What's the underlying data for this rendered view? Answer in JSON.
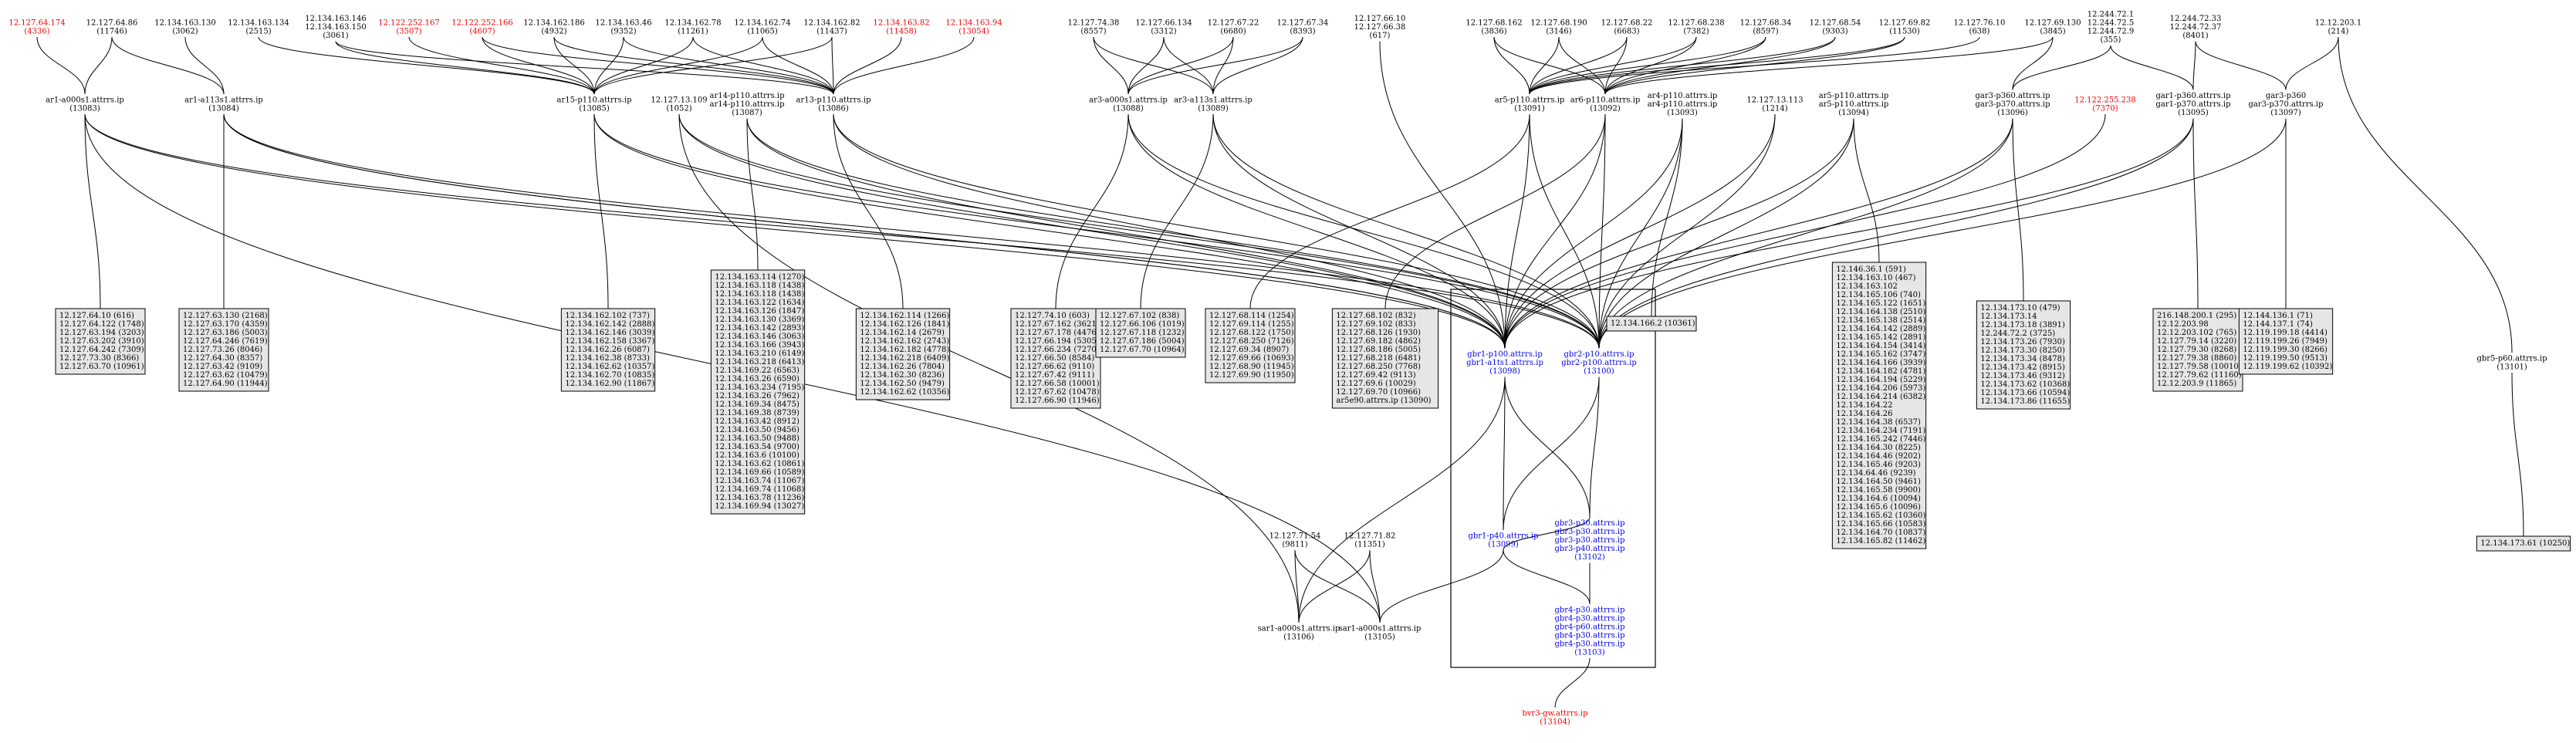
{
  "colors": {
    "normal": "#000000",
    "red": "#ee0000",
    "blue": "#0000ee",
    "box_fill": "#e6e6e6"
  },
  "nodes": [
    {
      "id": "t1",
      "lines": [
        "12.127.64.174",
        "(4336)"
      ],
      "color": "red"
    },
    {
      "id": "t2",
      "lines": [
        "12.127.64.86",
        "(11746)"
      ]
    },
    {
      "id": "t3",
      "lines": [
        "12.134.163.130",
        "(3062)"
      ]
    },
    {
      "id": "t4",
      "lines": [
        "12.134.163.134",
        "(2515)"
      ]
    },
    {
      "id": "t5",
      "lines": [
        "12.134.163.146",
        "12.134.163.150",
        "(3061)"
      ]
    },
    {
      "id": "t6",
      "lines": [
        "12.122.252.167",
        "(3507)"
      ],
      "color": "red"
    },
    {
      "id": "t7",
      "lines": [
        "12.122.252.166",
        "(4607)"
      ],
      "color": "red"
    },
    {
      "id": "t8",
      "lines": [
        "12.134.162.186",
        "(4932)"
      ]
    },
    {
      "id": "t9",
      "lines": [
        "12.134.163.46",
        "(9352)"
      ]
    },
    {
      "id": "t10",
      "lines": [
        "12.134.162.78",
        "(11261)"
      ]
    },
    {
      "id": "t11",
      "lines": [
        "12.134.162.74",
        "(11065)"
      ]
    },
    {
      "id": "t12",
      "lines": [
        "12.134.162.82",
        "(11437)"
      ]
    },
    {
      "id": "t13",
      "lines": [
        "12.134.163.82",
        "(11458)"
      ],
      "color": "red"
    },
    {
      "id": "t14",
      "lines": [
        "12.134.163.94",
        "(13054)"
      ],
      "color": "red"
    },
    {
      "id": "t15",
      "lines": [
        "12.127.74.38",
        "(8557)"
      ]
    },
    {
      "id": "t16",
      "lines": [
        "12.127.66.134",
        "(3312)"
      ]
    },
    {
      "id": "t17",
      "lines": [
        "12.127.67.22",
        "(6680)"
      ]
    },
    {
      "id": "t18",
      "lines": [
        "12.127.67.34",
        "(8393)"
      ]
    },
    {
      "id": "t19",
      "lines": [
        "12.127.66.10",
        "12.127.66.38",
        "(617)"
      ]
    },
    {
      "id": "t20",
      "lines": [
        "12.127.68.162",
        "(3836)"
      ]
    },
    {
      "id": "t21",
      "lines": [
        "12.127.68.190",
        "(3146)"
      ]
    },
    {
      "id": "t22",
      "lines": [
        "12.127.68.22",
        "(6683)"
      ]
    },
    {
      "id": "t23",
      "lines": [
        "12.127.68.238",
        "(7382)"
      ]
    },
    {
      "id": "t24",
      "lines": [
        "12.127.68.34",
        "(8597)"
      ]
    },
    {
      "id": "t25",
      "lines": [
        "12.127.68.54",
        "(9303)"
      ]
    },
    {
      "id": "t26",
      "lines": [
        "12.127.69.82",
        "(11530)"
      ]
    },
    {
      "id": "t27",
      "lines": [
        "12.127.76.10",
        "(638)"
      ]
    },
    {
      "id": "t28",
      "lines": [
        "12.127.69.130",
        "(3845)"
      ]
    },
    {
      "id": "t29",
      "lines": [
        "12.244.72.1",
        "12.244.72.5",
        "12.244.72.9",
        "(355)"
      ]
    },
    {
      "id": "t30",
      "lines": [
        "12.244.72.33",
        "12.244.72.37",
        "(8401)"
      ]
    },
    {
      "id": "t31",
      "lines": [
        "12.12.203.1",
        "(214)"
      ]
    },
    {
      "id": "r1",
      "lines": [
        "ar1-a000s1.attrrs.ip",
        "(13083)"
      ]
    },
    {
      "id": "r2",
      "lines": [
        "ar1-a113s1.attrrs.ip",
        "(13084)"
      ]
    },
    {
      "id": "r3",
      "lines": [
        "ar15-p110.attrrs.ip",
        "(13085)"
      ]
    },
    {
      "id": "r4",
      "lines": [
        "12.127.13.109",
        "(1052)"
      ]
    },
    {
      "id": "r5",
      "lines": [
        "ar14-p110.attrrs.ip",
        "ar14-p110.attrrs.ip",
        "(13087)"
      ]
    },
    {
      "id": "r6",
      "lines": [
        "ar13-p110.attrrs.ip",
        "(13086)"
      ]
    },
    {
      "id": "r7",
      "lines": [
        "ar3-a000s1.attrrs.ip",
        "(13088)"
      ]
    },
    {
      "id": "r8",
      "lines": [
        "ar3-a113s1.attrrs.ip",
        "(13089)"
      ]
    },
    {
      "id": "r9",
      "lines": [
        "ar5-p110.attrrs.ip",
        "(13091)"
      ]
    },
    {
      "id": "r10",
      "lines": [
        "ar6-p110.attrrs.ip",
        "(13092)"
      ]
    },
    {
      "id": "r11",
      "lines": [
        "ar4-p110.attrrs.ip",
        "ar4-p110.attrrs.ip",
        "(13093)"
      ]
    },
    {
      "id": "r12",
      "lines": [
        "12.127.13.113",
        "(1214)"
      ]
    },
    {
      "id": "r13",
      "lines": [
        "ar5-p110.attrrs.ip",
        "ar5-p110.attrrs.ip",
        "(13094)"
      ]
    },
    {
      "id": "r14",
      "lines": [
        "gar3-p360.attrrs.ip",
        "gar3-p370.attrrs.ip",
        "(13096)"
      ]
    },
    {
      "id": "r15",
      "lines": [
        "12.122.255.238",
        "(7370)"
      ],
      "color": "red"
    },
    {
      "id": "r16",
      "lines": [
        "gar1-p360.attrrs.ip",
        "gar1-p370.attrrs.ip",
        "(13095)"
      ]
    },
    {
      "id": "r17",
      "lines": [
        "gar3-p360",
        "gar3-p370.attrrs.ip",
        "(13097)"
      ]
    },
    {
      "id": "c1",
      "lines": [
        "gbr1-p100.attrrs.ip",
        "gbr1-a1ts1.attrrs.ip",
        "(13098)"
      ],
      "color": "blue"
    },
    {
      "id": "c2",
      "lines": [
        "gbr2-p10.attrrs.ip",
        "gbr2-p100.attrrs.ip",
        "(13100)"
      ],
      "color": "blue"
    },
    {
      "id": "g1",
      "lines": [
        "gbr5-p60.attrrs.ip",
        "(13101)"
      ]
    },
    {
      "id": "c3",
      "lines": [
        "gbr1-p40.attrrs.ip",
        "(13099)"
      ],
      "color": "blue"
    },
    {
      "id": "c4",
      "lines": [
        "gbr3-p30.attrrs.ip",
        "gbr3-p30.attrrs.ip",
        "gbr3-p30.attrrs.ip",
        "gbr3-p40.attrrs.ip",
        "(13102)"
      ],
      "color": "blue"
    },
    {
      "id": "c5",
      "lines": [
        "gbr4-p30.attrrs.ip",
        "gbr4-p30.attrrs.ip",
        "gbr4-p60.attrrs.ip",
        "gbr4-p30.attrrs.ip",
        "gbr4-p30.attrrs.ip",
        "(13103)"
      ],
      "color": "blue"
    },
    {
      "id": "b1",
      "lines": [
        "12.127.71.54",
        "(9811)"
      ]
    },
    {
      "id": "b2",
      "lines": [
        "12.127.71.82",
        "(11351)"
      ]
    },
    {
      "id": "s1",
      "lines": [
        "sar1-a000s1.attrrs.ip",
        "(13106)"
      ]
    },
    {
      "id": "s2",
      "lines": [
        "sar1-a000s1.attrrs.ip",
        "(13105)"
      ]
    },
    {
      "id": "bot",
      "lines": [
        "bvr3-gw.attrrs.ip",
        "(13104)"
      ],
      "color": "red"
    }
  ],
  "boxes": [
    {
      "id": "B1",
      "lines": [
        "12.127.64.10 (616)",
        "12.127.64.122 (1748)",
        "12.127.63.194 (3203)",
        "12.127.63.202 (3910)",
        "12.127.64.242 (7309)",
        "12.127.73.30 (8366)",
        "12.127.63.70 (10961)"
      ]
    },
    {
      "id": "B2",
      "lines": [
        "12.127.63.130 (2168)",
        "12.127.63.170 (4359)",
        "12.127.63.186 (5003)",
        "12.127.64.246 (7619)",
        "12.127.73.26 (8046)",
        "12.127.64.30 (8357)",
        "12.127.63.42 (9109)",
        "12.127.63.62 (10479)",
        "12.127.64.90 (11944)"
      ]
    },
    {
      "id": "B3",
      "lines": [
        "12.134.162.102 (737)",
        "12.134.162.142 (2888)",
        "12.134.162.146 (3039)",
        "12.134.162.158 (3367)",
        "12.134.162.26 (6087)",
        "12.134.162.38 (8733)",
        "12.134.162.62 (10357)",
        "12.134.162.70 (10835)",
        "12.134.162.90 (11867)"
      ]
    },
    {
      "id": "B4",
      "lines": [
        "12.134.163.114 (1270)",
        "12.134.163.118 (1438)",
        "12.134.163.118 (1438)",
        "12.134.163.122 (1634)",
        "12.134.163.126 (1847)",
        "12.134.163.130 (3369)",
        "12.134.163.142 (2893)",
        "12.134.163.146 (3063)",
        "12.134.163.166 (3943)",
        "12.134.163.210 (6149)",
        "12.134.163.218 (6413)",
        "12.134.169.22 (6563)",
        "12.134.163.26 (6590)",
        "12.134.163.234 (7195)",
        "12.134.163.26 (7962)",
        "12.134.169.34 (8475)",
        "12.134.169.38 (8739)",
        "12.134.163.42 (8912)",
        "12.134.163.50 (9456)",
        "12.134.163.50 (9488)",
        "12.134.163.54 (9700)",
        "12.134.163.6 (10100)",
        "12.134.163.62 (10861)",
        "12.134.169.66 (10589)",
        "12.134.163.74 (11067)",
        "12.134.169.74 (11068)",
        "12.134.163.78 (11236)",
        "12.134.169.94 (13027)"
      ]
    },
    {
      "id": "B5",
      "lines": [
        "12.134.162.114 (1266)",
        "12.134.162.126 (1841)",
        "12.134.162.14 (2679)",
        "12.134.162.162 (2743)",
        "12.134.162.182 (4778)",
        "12.134.162.218 (6409)",
        "12.134.162.26 (7804)",
        "12.134.162.30 (8236)",
        "12.134.162.50 (9479)",
        "12.134.162.62 (10356)"
      ]
    },
    {
      "id": "B6",
      "lines": [
        "12.127.74.10 (603)",
        "12.127.67.162 (3621)",
        "12.127.67.178 (4476)",
        "12.127.66.194 (5305)",
        "12.127.66.234 (7270)",
        "12.127.66.50 (8584)",
        "12.127.66.62 (9110)",
        "12.127.67.42 (9111)",
        "12.127.66.58 (10001)",
        "12.127.67.62 (10478)",
        "12.127.66.90 (11946)"
      ]
    },
    {
      "id": "B7",
      "lines": [
        "12.127.67.102 (838)",
        "12.127.66.106 (1019)",
        "12.127.67.118 (1232)",
        "12.127.67.186 (5004)",
        "12.127.67.70 (10964)"
      ]
    },
    {
      "id": "B8",
      "lines": [
        "12.127.68.114 (1254)",
        "12.127.69.114 (1255)",
        "12.127.68.122 (1750)",
        "12.127.68.250 (7126)",
        "12.127.69.34 (8907)",
        "12.127.69.66 (10693)",
        "12.127.68.90 (11945)",
        "12.127.69.90 (11950)"
      ]
    },
    {
      "id": "B9",
      "lines": [
        "12.127.68.102 (832)",
        "12.127.69.102 (833)",
        "12.127.68.126 (1930)",
        "12.127.69.182 (4862)",
        "12.127.68.186 (5005)",
        "12.127.68.218 (6481)",
        "12.127.68.250 (7768)",
        "12.127.69.42 (9113)",
        "12.127.69.6 (10029)",
        "12.127.69.70 (10966)",
        "ar5e90.attrrs.ip (13090)"
      ]
    },
    {
      "id": "B10",
      "lines": [
        "12.134.166.2 (10361)"
      ]
    },
    {
      "id": "B11",
      "lines": [
        "12.146.36.1 (591)",
        "12.134.163.10 (467)",
        "12.134.163.102",
        "12.134.165.106 (740)",
        "12.134.165.122 (1651)",
        "12.134.164.138 (2510)",
        "12.134.165.138 (2514)",
        "12.134.164.142 (2889)",
        "12.134.165.142 (2891)",
        "12.134.164.154 (3414)",
        "12.134.165.162 (3747)",
        "12.134.164.166 (3939)",
        "12.134.164.182 (4781)",
        "12.134.164.194 (5229)",
        "12.134.164.206 (5973)",
        "12.134.164.214 (6382)",
        "12.134.164.22",
        "12.134.164.26",
        "12.134.164.38 (6537)",
        "12.134.164.234 (7191)",
        "12.134.165.242 (7446)",
        "12.134.164.30 (8225)",
        "12.134.164.46 (9202)",
        "12.134.165.46 (9203)",
        "12.134.64.46 (9239)",
        "12.134.164.50 (9461)",
        "12.134.165.58 (9900)",
        "12.134.164.6 (10094)",
        "12.134.165.6 (10096)",
        "12.134.165.62 (10360)",
        "12.134.165.66 (10583)",
        "12.134.164.70 (10837)",
        "12.134.165.82 (11462)"
      ]
    },
    {
      "id": "B12",
      "lines": [
        "12.134.173.10 (479)",
        "12.134.173.14",
        "12.134.173.18 (3891)",
        "12.244.72.2 (3725)",
        "12.134.173.26 (7930)",
        "12.134.173.30 (8250)",
        "12.134.173.34 (8478)",
        "12.134.173.42 (8915)",
        "12.134.173.46 (9312)",
        "12.134.173.62 (10368)",
        "12.134.173.66 (10594)",
        "12.134.173.86 (11655)"
      ]
    },
    {
      "id": "B13",
      "lines": [
        "216.148.200.1 (295)",
        "12.12.203.98",
        "12.12.203.102 (765)",
        "12.127.79.14 (3220)",
        "12.127.79.30 (8268)",
        "12.127.79.38 (8860)",
        "12.127.79.58 (10010)",
        "12.127.79.62 (11160)",
        "12.12.203.9 (11865)"
      ]
    },
    {
      "id": "B14",
      "lines": [
        "12.144.136.1 (71)",
        "12.144.137.1 (74)",
        "12.119.199.18 (4414)",
        "12.119.199.26 (7949)",
        "12.119.199.30 (8266)",
        "12.119.199.50 (9513)",
        "12.119.199.62 (10392)"
      ]
    },
    {
      "id": "B15",
      "lines": [
        "12.134.173.61 (10250)"
      ]
    }
  ]
}
